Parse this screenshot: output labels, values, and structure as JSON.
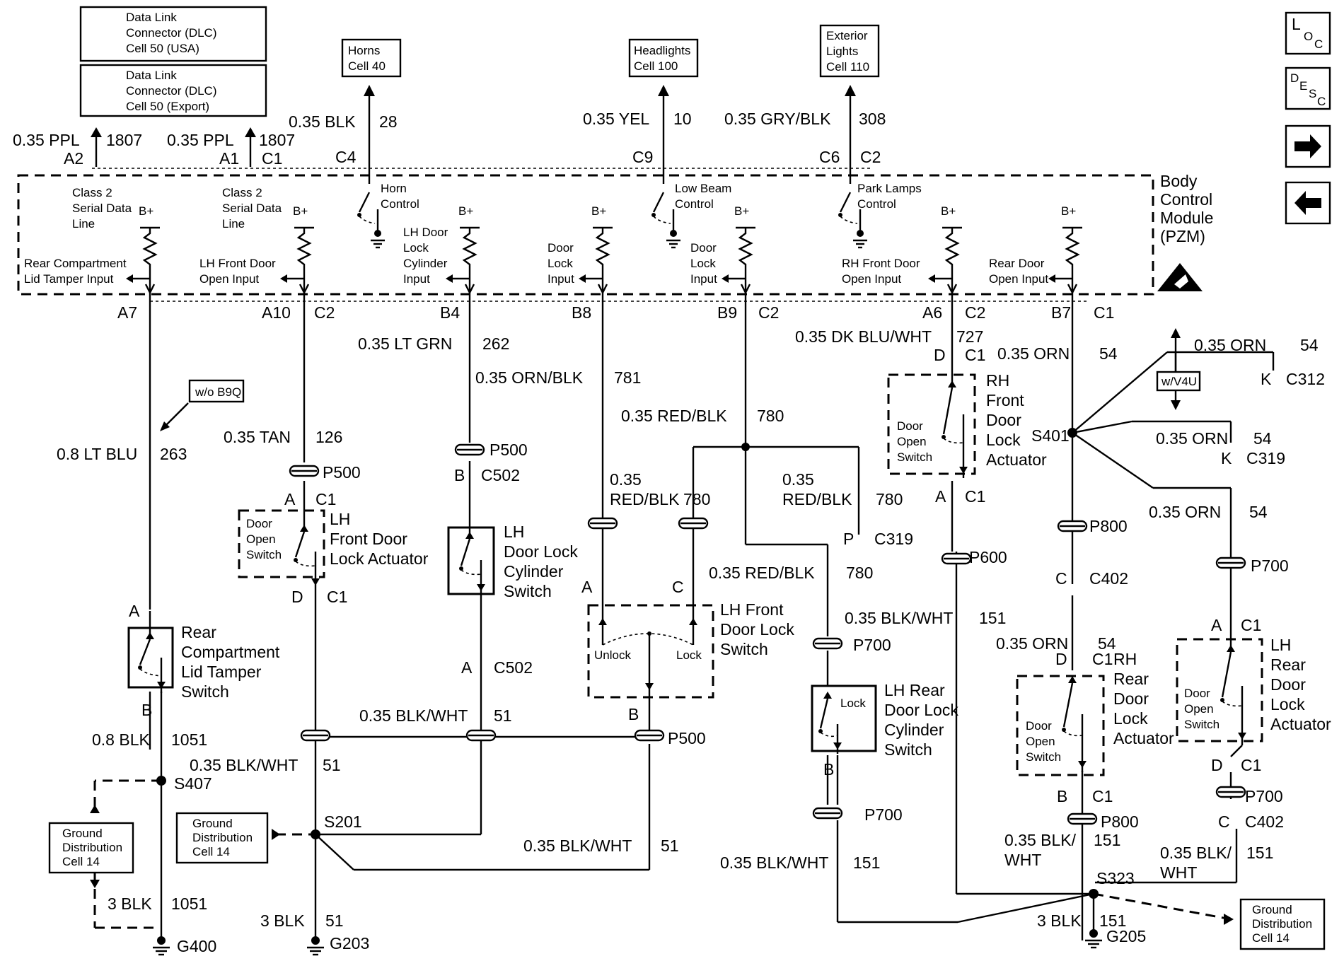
{
  "nav": {
    "loc": "LOC",
    "desc": "DESC"
  },
  "refs": {
    "dlc_usa": [
      "Data Link",
      "Connector (DLC)",
      "Cell 50 (USA)"
    ],
    "dlc_export": [
      "Data Link",
      "Connector (DLC)",
      "Cell 50 (Export)"
    ],
    "horns": [
      "Horns",
      "Cell 40"
    ],
    "headlights": [
      "Headlights",
      "Cell 100"
    ],
    "exterior": [
      "Exterior",
      "Lights",
      "Cell 110"
    ],
    "gd_left": [
      "Ground",
      "Distribution",
      "Cell 14"
    ],
    "gd_mid": [
      "Ground",
      "Distribution",
      "Cell 14"
    ],
    "gd_right": [
      "Ground",
      "Distribution",
      "Cell 14"
    ],
    "wo_b9q": "w/o B9Q",
    "wv4u": "w/V4U"
  },
  "bcm": {
    "title": [
      "Body",
      "Control",
      "Module",
      "(PZM)"
    ],
    "class2_a": [
      "Class 2",
      "Serial Data",
      "Line"
    ],
    "class2_b": [
      "Class 2",
      "Serial Data",
      "Line"
    ],
    "horn": [
      "Horn",
      "Control"
    ],
    "lowbeam": [
      "Low Beam",
      "Control"
    ],
    "park": [
      "Park Lamps",
      "Control"
    ],
    "bplus": "B+",
    "rear_comp": [
      "Rear Compartment",
      "Lid Tamper Input"
    ],
    "lh_front": [
      "LH Front Door",
      "Open Input"
    ],
    "lh_cyl": [
      "LH Door",
      "Lock",
      "Cylinder",
      "Input"
    ],
    "door_lock_1": [
      "Door",
      "Lock",
      "Input"
    ],
    "door_lock_2": [
      "Door",
      "Lock",
      "Input"
    ],
    "rh_front": [
      "RH Front Door",
      "Open Input"
    ],
    "rear_door": [
      "Rear Door",
      "Open Input"
    ]
  },
  "top_wires": {
    "w1": {
      "gauge": "0.35 PPL",
      "circuit": "1807",
      "pin": "A2"
    },
    "w2": {
      "gauge": "0.35 PPL",
      "circuit": "1807",
      "pin": "A1",
      "conn": "C1"
    },
    "w3": {
      "gauge": "0.35 BLK",
      "circuit": "28",
      "conn": "C4"
    },
    "w4": {
      "gauge": "0.35 YEL",
      "circuit": "10",
      "conn": "C9"
    },
    "w5": {
      "gauge": "0.35 GRY/BLK",
      "circuit": "308",
      "pin": "C6",
      "conn": "C2"
    }
  },
  "pins": {
    "a7": "A7",
    "a10": "A10",
    "c2a": "C2",
    "b4": "B4",
    "b8": "B8",
    "b9": "B9",
    "c2b": "C2",
    "a6": "A6",
    "c2c": "C2",
    "b7": "B7",
    "c1a": "C1"
  },
  "wires": {
    "lt_blu": [
      "0.8 LT BLU",
      "263"
    ],
    "tan": [
      "0.35 TAN",
      "126"
    ],
    "lt_grn": [
      "0.35 LT GRN",
      "262"
    ],
    "orn_blk": [
      "0.35 ORN/BLK",
      "781"
    ],
    "red_blk1": [
      "0.35 RED/BLK",
      "780"
    ],
    "red_blk2": [
      "0.35",
      "RED/BLK",
      "780"
    ],
    "red_blk3": [
      "0.35",
      "RED/BLK",
      "780"
    ],
    "red_blk4": [
      "0.35 RED/BLK",
      "780"
    ],
    "dk_blu": [
      "0.35 DK BLU/WHT",
      "727"
    ],
    "orn_a": [
      "0.35 ORN",
      "54"
    ],
    "orn_b": [
      "0.35 ORN",
      "54"
    ],
    "orn_c": [
      "0.35 ORN",
      "54"
    ],
    "orn_d": [
      "0.35 ORN",
      "54"
    ],
    "orn_e": [
      "0.35 ORN",
      "54"
    ],
    "blk_1051a": [
      "0.8 BLK",
      "1051"
    ],
    "blk_1051b": [
      "3 BLK",
      "1051"
    ],
    "blkwht_51a": [
      "0.35 BLK/WHT",
      "51"
    ],
    "blkwht_51b": [
      "0.35 BLK/WHT",
      "51"
    ],
    "blkwht_51c": [
      "0.35 BLK/WHT",
      "51"
    ],
    "blk_51": [
      "3 BLK",
      "51"
    ],
    "blkwht_151a": [
      "0.35 BLK/WHT",
      "151"
    ],
    "blkwht_151b": [
      "0.35 BLK/WHT",
      "151"
    ],
    "blkwht_151c": [
      "0.35 BLK/",
      "WHT",
      "151"
    ],
    "blkwht_151d": [
      "0.35 BLK/",
      "WHT",
      "151"
    ],
    "blk_151": [
      "3 BLK",
      "151"
    ]
  },
  "connectors": {
    "p500a": "P500",
    "p500b": "P500",
    "p500c": "P500",
    "c502a": "C502",
    "c502b": "C502",
    "p600": "P600",
    "p700a": "P700",
    "p700b": "P700",
    "p700c": "P700",
    "p700d": "P700",
    "p800a": "P800",
    "p800b": "P800",
    "c402a": "C402",
    "c402b": "C402",
    "c319a": "C319",
    "c319b": "C319",
    "c312": "C312",
    "c1": "C1",
    "s401": "S401",
    "a": "A",
    "b": "B",
    "c": "C",
    "d": "D",
    "k": "K",
    "p": "P"
  },
  "splices": {
    "s407": "S407",
    "s201": "S201",
    "s323": "S323"
  },
  "grounds": {
    "g400": "G400",
    "g203": "G203",
    "g205": "G205"
  },
  "components": {
    "rear_comp": [
      "Rear",
      "Compartment",
      "Lid Tamper",
      "Switch"
    ],
    "lh_front_act": [
      "LH",
      "Front Door",
      "Lock Actuator"
    ],
    "lh_cyl": [
      "LH",
      "Door Lock",
      "Cylinder",
      "Switch"
    ],
    "lh_front_sw": [
      "LH Front",
      "Door Lock",
      "Switch"
    ],
    "lh_rear_cyl": [
      "LH Rear",
      "Door Lock",
      "Cylinder",
      "Switch"
    ],
    "rh_front_act": [
      "RH",
      "Front",
      "Door",
      "Lock",
      "Actuator"
    ],
    "rh_rear_act": [
      "RH",
      "Rear",
      "Door",
      "Lock",
      "Actuator"
    ],
    "lh_rear_act": [
      "LH",
      "Rear",
      "Door",
      "Lock",
      "Actuator"
    ],
    "door_open_sw": [
      "Door",
      "Open",
      "Switch"
    ],
    "unlock": "Unlock",
    "lock": "Lock",
    "lock2": "Lock"
  }
}
